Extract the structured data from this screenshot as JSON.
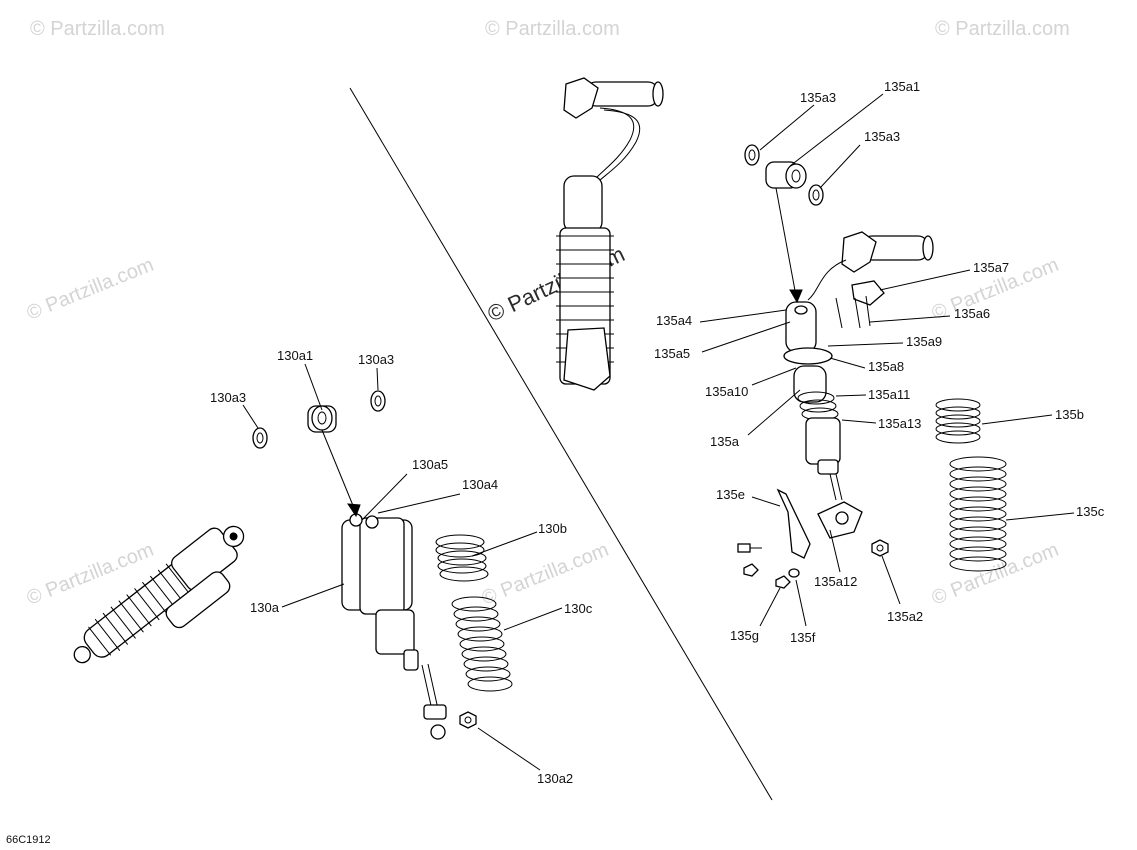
{
  "diagram": {
    "code": "66C1912",
    "watermark": "© Partzilla.com",
    "callouts": {
      "c130a1": "130a1",
      "c130a3_left": "130a3",
      "c130a3_right": "130a3",
      "c130a5": "130a5",
      "c130a4": "130a4",
      "c130b": "130b",
      "c130a": "130a",
      "c130c": "130c",
      "c130a2": "130a2",
      "c135a3_top": "135a3",
      "c135a1": "135a1",
      "c135a3_mid": "135a3",
      "c135a7": "135a7",
      "c135a4": "135a4",
      "c135a6": "135a6",
      "c135a5": "135a5",
      "c135a9": "135a9",
      "c135a8": "135a8",
      "c135a10": "135a10",
      "c135a11": "135a11",
      "c135a13": "135a13",
      "c135a": "135a",
      "c135b": "135b",
      "c135e": "135e",
      "c135c": "135c",
      "c135a12": "135a12",
      "c135a2": "135a2",
      "c135g": "135g",
      "c135f": "135f"
    }
  }
}
